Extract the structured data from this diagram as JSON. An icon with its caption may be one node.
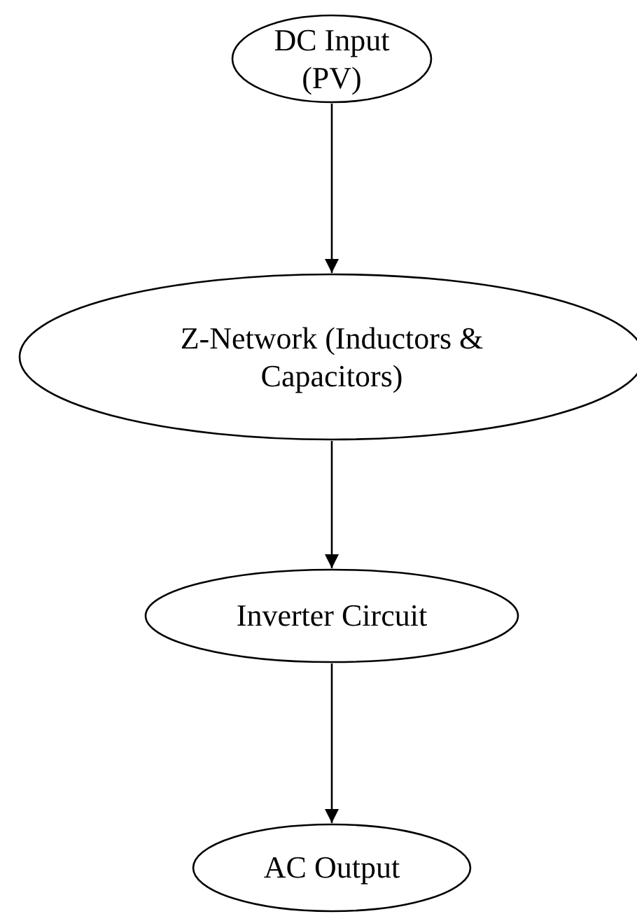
{
  "diagram": {
    "nodes": [
      {
        "text": [
          "DC Input (PV)"
        ]
      },
      {
        "text": [
          "Z-Network (Inductors & Capacitors)"
        ]
      },
      {
        "text": [
          "Inverter Circuit"
        ]
      },
      {
        "text": [
          "AC Output"
        ]
      }
    ],
    "edges": [
      {
        "from": 0,
        "to": 1,
        "arrow": "to"
      },
      {
        "from": 1,
        "to": 2,
        "arrow": "to"
      },
      {
        "from": 2,
        "to": 3,
        "arrow": "to"
      }
    ]
  }
}
